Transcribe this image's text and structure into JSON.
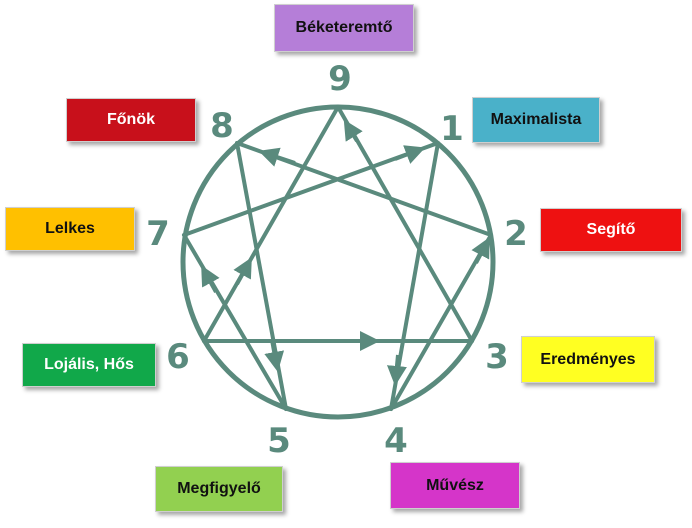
{
  "enneagram": {
    "colors": {
      "line": "#5a8a7d",
      "number": "#5a8a7d"
    },
    "numbers": {
      "n1": "1",
      "n2": "2",
      "n3": "3",
      "n4": "4",
      "n5": "5",
      "n6": "6",
      "n7": "7",
      "n8": "8",
      "n9": "9"
    },
    "types": {
      "t9": {
        "label": "Béketeremtő",
        "color": "#b57ed8",
        "text_color": "#111111"
      },
      "t1": {
        "label": "Maximalista",
        "color": "#4ab1c9",
        "text_color": "#111111"
      },
      "t2": {
        "label": "Segítő",
        "color": "#ee1111",
        "text_color": "#ffffff"
      },
      "t3": {
        "label": "Eredményes",
        "color": "#ffff22",
        "text_color": "#111111"
      },
      "t4": {
        "label": "Művész",
        "color": "#d535c9",
        "text_color": "#111111"
      },
      "t5": {
        "label": "Megfigyelő",
        "color": "#92d050",
        "text_color": "#111111"
      },
      "t6": {
        "label": "Lojális, Hős",
        "color": "#11a84a",
        "text_color": "#ffffff"
      },
      "t7": {
        "label": "Lelkes",
        "color": "#ffc000",
        "text_color": "#111111"
      },
      "t8": {
        "label": "Főnök",
        "color": "#c8101b",
        "text_color": "#ffffff"
      }
    }
  }
}
